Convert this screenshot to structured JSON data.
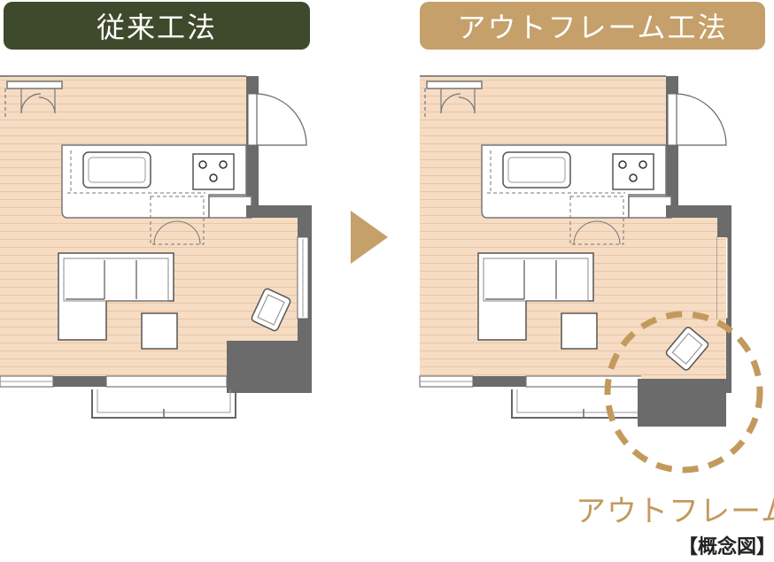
{
  "titles": {
    "left": "従来工法",
    "right": "アウトフレーム工法"
  },
  "annotation": {
    "outframe": "アウトフレーム",
    "concept_note": "【概念図】"
  },
  "colors": {
    "left_title_bg": "#3e4a2b",
    "right_title_bg": "#c5a06a",
    "floor": "#f6dcc3",
    "floor_line": "#e8c6a6",
    "wall": "#6b6b6b",
    "highlight": "#c39a5e"
  },
  "icons": {
    "arrow": "triangle-right-icon"
  }
}
